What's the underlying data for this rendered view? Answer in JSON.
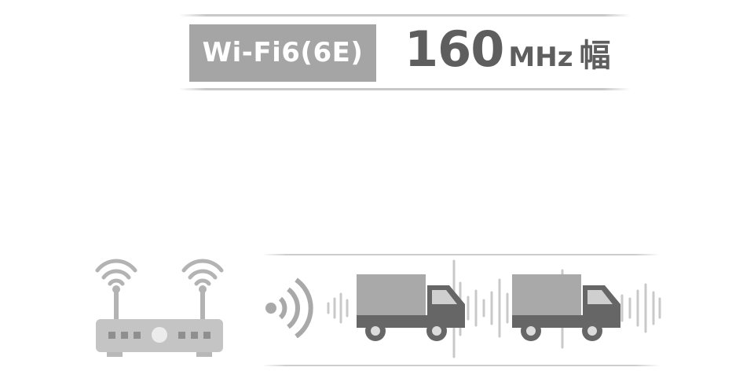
{
  "header": {
    "standard_label": "Wi-Fi6(6E)",
    "channel_width_value": "160",
    "channel_width_unit": "MHz",
    "channel_width_suffix": "幅"
  },
  "colors": {
    "badge_background": "#a5a5a5",
    "badge_text": "#ffffff",
    "headline_text": "#5e5e5e",
    "divider": "#c8c8c8",
    "icon_gray": "#b8b8b8",
    "truck_body": "#a9a9a9",
    "truck_cab": "#666666"
  },
  "illustration": {
    "router_icon": "wifi-router-icon",
    "antenna_signal_icon": "wifi-signal-icon",
    "broadcast_icon": "broadcast-signal-icon",
    "vehicle_icon": "truck-icon",
    "vehicle_count": 2,
    "waveform_icon": "sound-wave-icon"
  }
}
